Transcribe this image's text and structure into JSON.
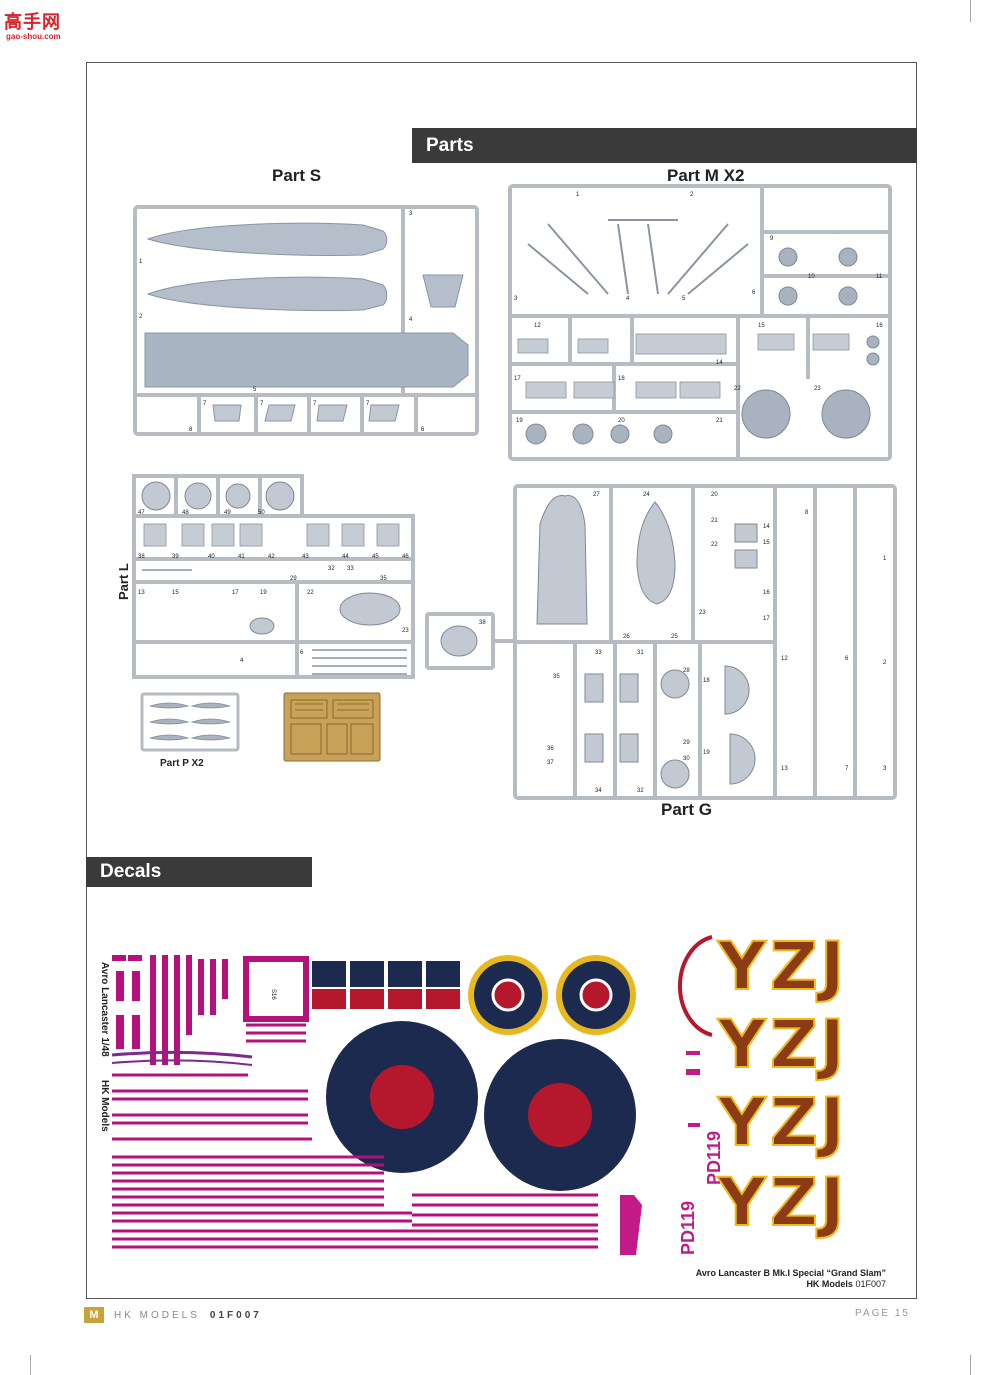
{
  "watermark": {
    "cn_text": "高手网",
    "url": "gao-shou.com"
  },
  "sections": {
    "parts": "Parts",
    "decals": "Decals"
  },
  "sprues": {
    "s": "Part S",
    "m": "Part M  X2",
    "l": "Part L",
    "p": "Part P   X2",
    "g": "Part G"
  },
  "decal_sheet": {
    "vertical_label_1": "Avro Lancaster  1/48",
    "vertical_label_2": "HK Models",
    "caption_line1": "Avro Lancaster B Mk.I  Special “Grand Slam”",
    "caption_line2": "HK Models",
    "caption_code": "01F007",
    "code_letters": [
      "Y",
      "Z",
      "J"
    ],
    "serial": "PD119",
    "colors": {
      "roundel_blue": "#1b2a4e",
      "roundel_red": "#b5182c",
      "roundel_yellow": "#e8b91f",
      "letter_brown": "#8a3c16",
      "letter_yellow": "#f2b81e",
      "stripe_magenta": "#b4127a"
    }
  },
  "footer": {
    "brand": "HK  MODELS",
    "code": "01F007",
    "page": "PAGE 15"
  }
}
